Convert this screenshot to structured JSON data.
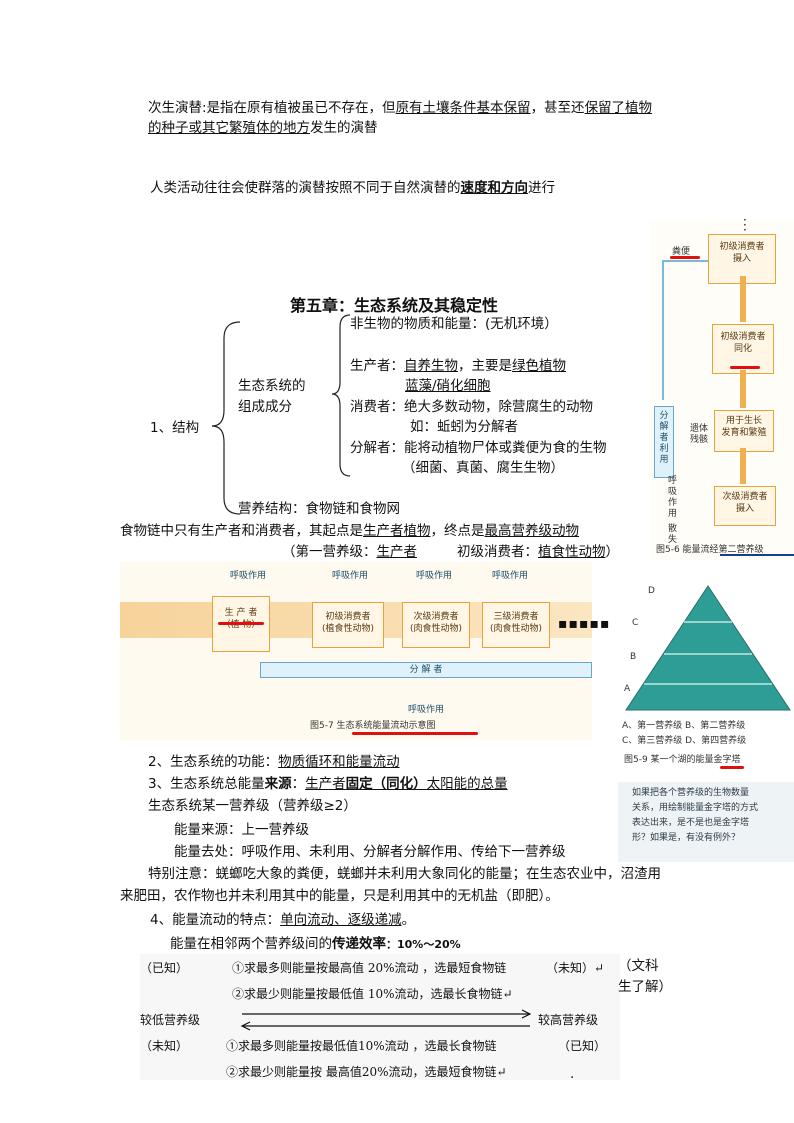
{
  "succession": {
    "line1_a": "次生演替:",
    "line1_b": "是指在原有植被虽已不存在，但",
    "line1_c": "原有土壤条件基本保留",
    "line1_d": "，甚至还",
    "line1_e": "保留了植物",
    "line2_a": "的种子或其它繁殖体的地方",
    "line2_b": "发生的演替",
    "human_a": "人类活动往往会使群落的演替按照不同于自然演替的",
    "human_b": "速度和方向",
    "human_c": "进行"
  },
  "chapter": {
    "title": "第五章：生态系统及其稳定性",
    "structure_label": "1、结构",
    "composition_label_1": "生态系统的",
    "composition_label_2": "组成成分",
    "abiotic": "非生物的物质和能量：(无机环境）",
    "producer_a": "生产者：",
    "producer_b": "自养生物",
    "producer_c": "，主要是",
    "producer_d": "绿色植物",
    "producer_e": "蓝藻/硝化细胞",
    "consumer": "消费者：绝大多数动物，除营腐生的动物",
    "consumer_e": "如：蚯蚓为分解者",
    "decomposer": "分解者：能将动植物尸体或粪便为食的生物",
    "decomposer_e": "（细菌、真菌、腐生生物）",
    "trophic": "营养结构：食物链和食物网",
    "chain_a": "食物链中只有生产者和消费者，其起点是",
    "chain_b": "生产者植物",
    "chain_c": "，终点是",
    "chain_d": "最高营养级动物",
    "level_a": "（第一营养级：",
    "level_b": "生产者",
    "level_c": "初级消费者：",
    "level_d": "植食性动物",
    "level_e": "）"
  },
  "fig56": {
    "feces": "粪便",
    "intake": "初级消费者\n摄入",
    "assim": "初级消费者\n同化",
    "growth": "用于生长\n发育和繁殖",
    "remains": "遗体\n残骸",
    "decomp": "分\n解\n者\n利\n用",
    "resp": "呼\n吸\n作\n用",
    "loss": "散\n失",
    "next": "次级消费者\n摄入",
    "caption": "图5-6  能量流经第二营养级"
  },
  "fig57": {
    "resp": "呼吸作用",
    "producer": "生 产 者",
    "plant": "（植 物）",
    "primary": "初级消费者",
    "primary_sub": "(植食性动物)",
    "secondary": "次级消费者",
    "secondary_sub": "(肉食性动物)",
    "tertiary": "三级消费者",
    "tertiary_sub": "(肉食性动物)",
    "decomposer": "分 解 者",
    "caption": "图5-7  生态系统能量流动示意图"
  },
  "fig59": {
    "levels": [
      "D",
      "C",
      "B",
      "A"
    ],
    "legend_1": "A、第一营养级  B、第二营养级",
    "legend_2": "C、第三营养级  D、第四营养级",
    "caption": "图5-9  某一个湖的能量金字塔",
    "question": "如果把各个营养级的生物数量\n关系，用绘制能量金字塔的方式\n表达出来，是不是也是金字塔\n形？如果是，有没有例外？"
  },
  "function": {
    "a": "2、生态系统的功能：",
    "b": "物质循环和能量流动",
    "src_a": "3、生态系统总能量",
    "src_b": "来源",
    "src_c": "：",
    "src_d": "生产者",
    "src_e": "固定（同化）",
    "src_f": "太阳能的总量",
    "level_title": "生态系统某一营养级（营养级≥2）",
    "in": "能量来源：上一营养级",
    "out": "能量去处：呼吸作用、未利用、分解者分解作用、传给下一营养级",
    "note1_a": "特别注意：蜣螂吃大象的粪便，蜣螂并未利用大象同化的能量；在生态农业中，沼渣用",
    "note1_b": "来肥田，农作物也并未利用其中的能量，只是利用其中的无机盐（即肥）。",
    "feat_a": "4、能量流动的特点：",
    "feat_b": "单向流动、逐级递减",
    "feat_c": "。",
    "eff_a": "能量在相邻两个营养级间的",
    "eff_b": "传递效率",
    "eff_c": "：10%～20%"
  },
  "calc": {
    "known1": "（已知）",
    "r1": "①求最多则能量按最高值 20%流动 ，选最短食物链",
    "unknown1": "（未知）↵",
    "r2": "②求最少则能量按最低值 10%流动，选最长食物链↵",
    "note": "（文科\n生了解）",
    "low": "较低营养级",
    "high": "较高营养级",
    "unknown2": "（未知）",
    "r3": "①求最多则能量按最低值10%流动 ，选最长食物链",
    "known2": "（已知）",
    "r4": "②求最少则能量按 最高值20%流动，选最短食物链↵",
    "dot": "."
  },
  "colors": {
    "accent_red": "#e01010",
    "orange": "#e8a23a",
    "blue": "#6aa6c8"
  }
}
